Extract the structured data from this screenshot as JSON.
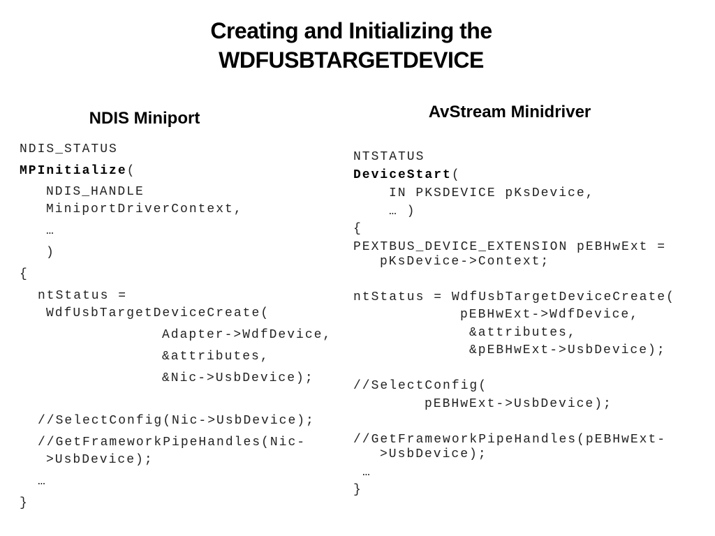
{
  "title": {
    "line1": "Creating and Initializing the",
    "line2": "WDFUSBTARGETDEVICE"
  },
  "left": {
    "heading": "NDIS Miniport",
    "lines": [
      "NDIS_STATUS",
      "MPInitialize",
      "(",
      "NDIS_HANDLE",
      "MiniportDriverContext,",
      "…",
      ")",
      "{",
      "ntStatus =",
      "WdfUsbTargetDeviceCreate(",
      "Adapter->WdfDevice,",
      "&attributes,",
      "&Nic->UsbDevice);",
      "//SelectConfig(Nic->UsbDevice);",
      "//GetFrameworkPipeHandles(Nic-",
      ">UsbDevice);",
      "…",
      "}"
    ]
  },
  "right": {
    "heading": "AvStream Minidriver",
    "lines": [
      "NTSTATUS",
      "DeviceStart",
      "(",
      "IN PKSDEVICE pKsDevice,",
      "… )",
      "{",
      "PEXTBUS_DEVICE_EXTENSION pEBHwExt =",
      "pKsDevice->Context;",
      "ntStatus = WdfUsbTargetDeviceCreate(",
      "pEBHwExt->WdfDevice,",
      "&attributes,",
      "&pEBHwExt->UsbDevice);",
      "//SelectConfig(",
      "pEBHwExt->UsbDevice);",
      "//GetFrameworkPipeHandles(pEBHwExt-",
      ">UsbDevice);",
      "…",
      "}"
    ]
  }
}
